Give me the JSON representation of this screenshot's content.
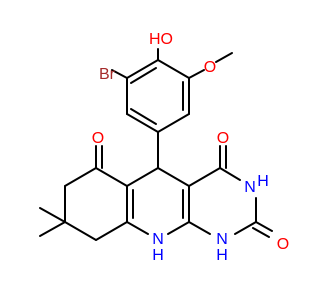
{
  "colors": {
    "bond": "#000000",
    "oxygen": "#ff0000",
    "nitrogen": "#0000ff",
    "bromine": "#a52a2a",
    "background": "#ffffff"
  },
  "labels": {
    "hydroxyl": "HO",
    "bromo": "Br",
    "methoxy_oxygen": "O",
    "ketone_oxygen": "O",
    "carbonyl_top_oxygen": "O",
    "imide_nh": "H",
    "imide_n": "N",
    "carbonyl_right_oxygen": "O",
    "ring_nh_n": "N",
    "ring_nh_h": "H",
    "amide_nh_n": "N",
    "amide_nh_h": "H"
  }
}
